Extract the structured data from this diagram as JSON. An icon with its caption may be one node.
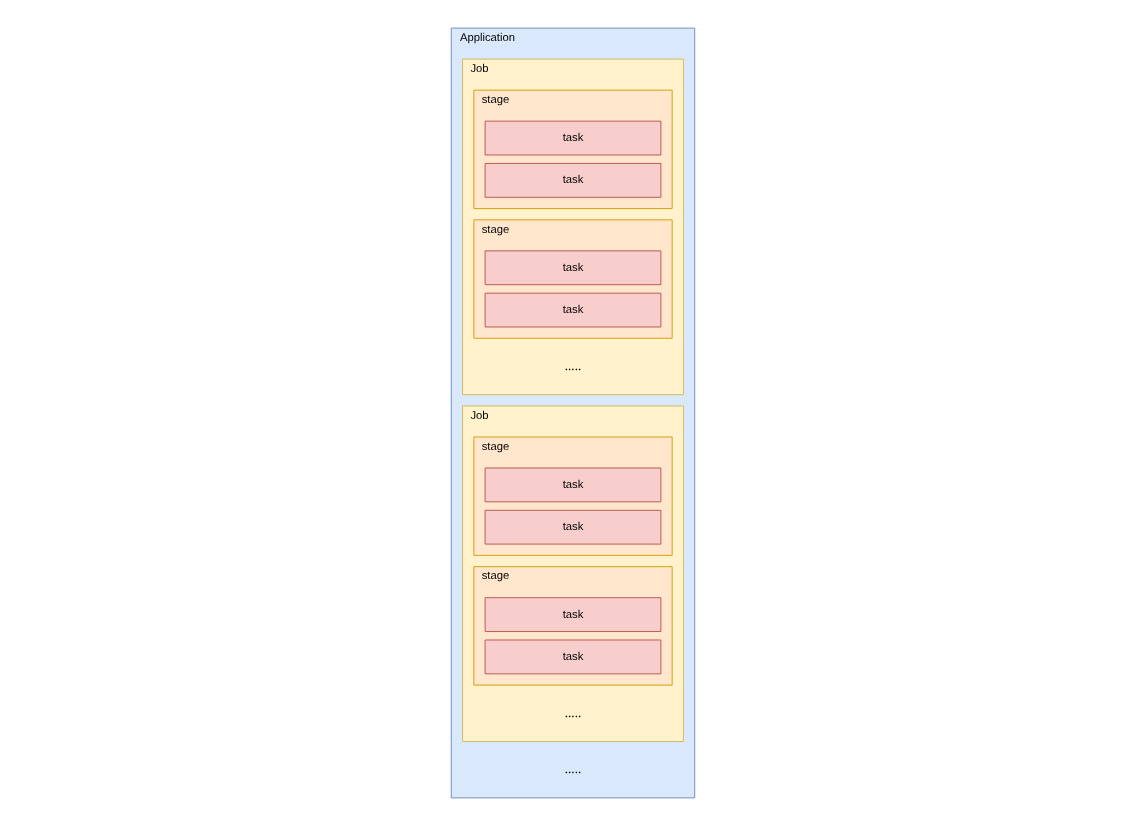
{
  "diagram": {
    "nodes": [
      {
        "text": [
          "Application"
        ]
      },
      {
        "text": [
          "Job"
        ],
        "in": 0
      },
      {
        "text": [
          "stage"
        ],
        "in": 1
      },
      {
        "text": [
          "task"
        ],
        "in": 2
      },
      {
        "text": [
          "task"
        ],
        "in": 2
      },
      {
        "text": [
          "stage"
        ],
        "in": 1
      },
      {
        "text": [
          "task"
        ],
        "in": 5
      },
      {
        "text": [
          "task"
        ],
        "in": 5
      },
      {
        "text": [
          "Job"
        ],
        "in": 0
      },
      {
        "text": [
          "stage"
        ],
        "in": 8
      },
      {
        "text": [
          "task"
        ],
        "in": 9
      },
      {
        "text": [
          "task"
        ],
        "in": 9
      },
      {
        "text": [
          "stage"
        ],
        "in": 8
      },
      {
        "text": [
          "task"
        ],
        "in": 12
      },
      {
        "text": [
          "task"
        ],
        "in": 12
      }
    ],
    "edges": [],
    "labels": [
      ".....",
      ".....",
      "....."
    ]
  }
}
